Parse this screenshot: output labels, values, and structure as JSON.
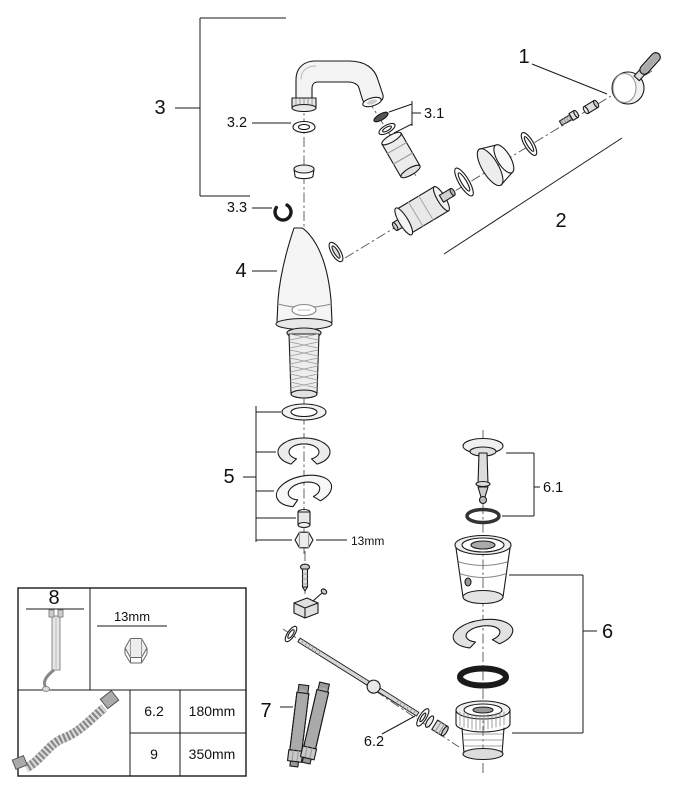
{
  "diagram": {
    "callouts": {
      "c1": "1",
      "c2": "2",
      "c3": "3",
      "c3_1": "3.1",
      "c3_2": "3.2",
      "c3_3": "3.3",
      "c4": "4",
      "c5": "5",
      "c6": "6",
      "c6_1": "6.1",
      "c6_2": "6.2",
      "c7": "7",
      "hex_size": "13mm"
    },
    "legend": {
      "tool_label": "8",
      "tool_hex_size": "13mm",
      "rows": [
        {
          "part": "6.2",
          "length": "180mm"
        },
        {
          "part": "9",
          "length": "350mm"
        }
      ]
    },
    "colors": {
      "line": "#1a1a1a",
      "background": "#ffffff"
    }
  }
}
